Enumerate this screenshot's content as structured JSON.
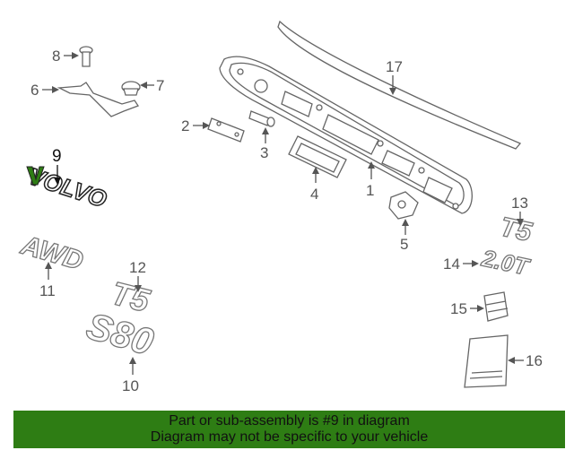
{
  "callouts": {
    "c1": "1",
    "c2": "2",
    "c3": "3",
    "c4": "4",
    "c5": "5",
    "c6": "6",
    "c7": "7",
    "c8": "8",
    "c9": "9",
    "c10": "10",
    "c11": "11",
    "c12": "12",
    "c13": "13",
    "c14": "14",
    "c15": "15",
    "c16": "16",
    "c17": "17"
  },
  "badges": {
    "volvo": "VOLVO",
    "awd": "AWD",
    "t5_center": "T5",
    "model_s80": "S80",
    "t5_right": "T5",
    "engine_20t": "2.0T"
  },
  "highlighted_part": "9",
  "colors": {
    "banner": "#2e7d14",
    "highlight": "#2e7d14",
    "linework": "#666666"
  },
  "banner": {
    "line1": "Part or sub-assembly is #9 in diagram",
    "line2": "Diagram may not be specific to your vehicle"
  }
}
